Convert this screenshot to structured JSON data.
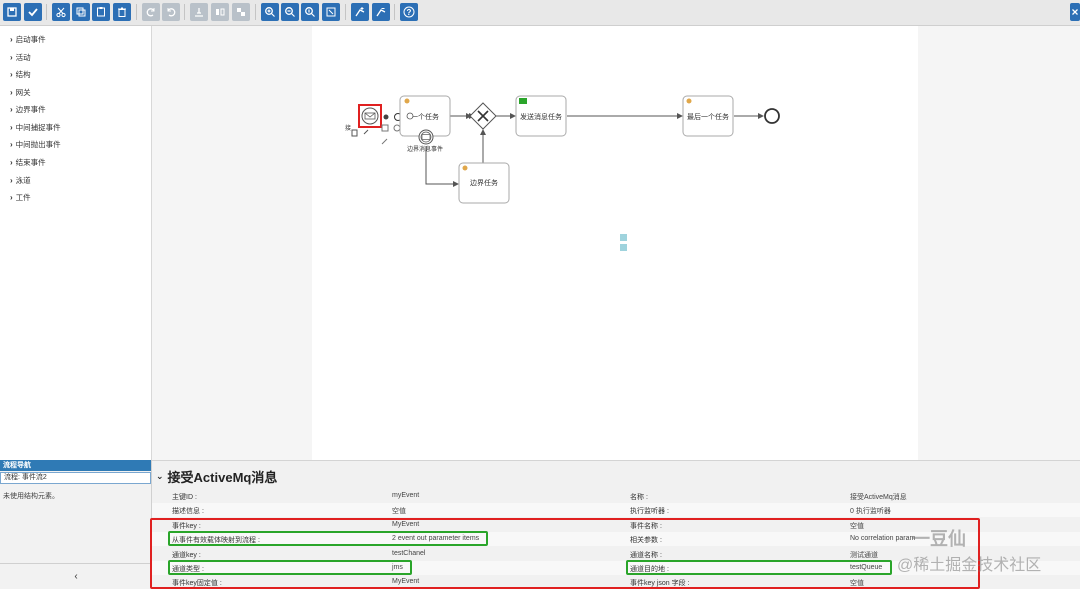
{
  "palette": {
    "items": [
      "启动事件",
      "活动",
      "结构",
      "网关",
      "边界事件",
      "中间捕捉事件",
      "中间抛出事件",
      "结束事件",
      "泳道",
      "工件"
    ]
  },
  "diagram": {
    "task_first": "一个任务",
    "task_send": "发送消息任务",
    "task_last": "最后一个任务",
    "task_boundary": "边界任务",
    "boundary_event_label": "边界消息事件",
    "start_label_fragment": "接"
  },
  "nav": {
    "title": "流程导航",
    "flow": "流程: 事件流2",
    "empty": "未使用结构元素。",
    "collapse": "‹"
  },
  "props": {
    "title": "接受ActiveMq消息",
    "rows": [
      {
        "l1": "主键ID :",
        "v1": "myEvent",
        "l2": "名称 :",
        "v2": "接受ActiveMq消息"
      },
      {
        "l1": "描述信息 :",
        "v1": "空值",
        "l2": "执行监听器 :",
        "v2": "0 执行监听器"
      },
      {
        "l1": "事件key :",
        "v1": "MyEvent",
        "l2": "事件名称 :",
        "v2": "空值"
      },
      {
        "l1": "从事件有效载体映射到流程 :",
        "v1": "2 event out parameter items",
        "l2": "相关参数 :",
        "v2": "No correlation param"
      },
      {
        "l1": "通道key :",
        "v1": "testChanel",
        "l2": "通道名称 :",
        "v2": "测试通道"
      },
      {
        "l1": "通道类型 :",
        "v1": "jms",
        "l2": "通道目的地 :",
        "v2": "testQueue"
      },
      {
        "l1": "事件key固定值 :",
        "v1": "MyEvent",
        "l2": "事件key json 字段 :",
        "v2": "空值"
      }
    ]
  },
  "watermark": {
    "line1": "一豆仙",
    "line2": "@稀土掘金技术社区"
  },
  "colors": {
    "toolbar_blue": "#2c6fb5",
    "highlight_red": "#e02020",
    "highlight_green": "#2aa52a"
  }
}
